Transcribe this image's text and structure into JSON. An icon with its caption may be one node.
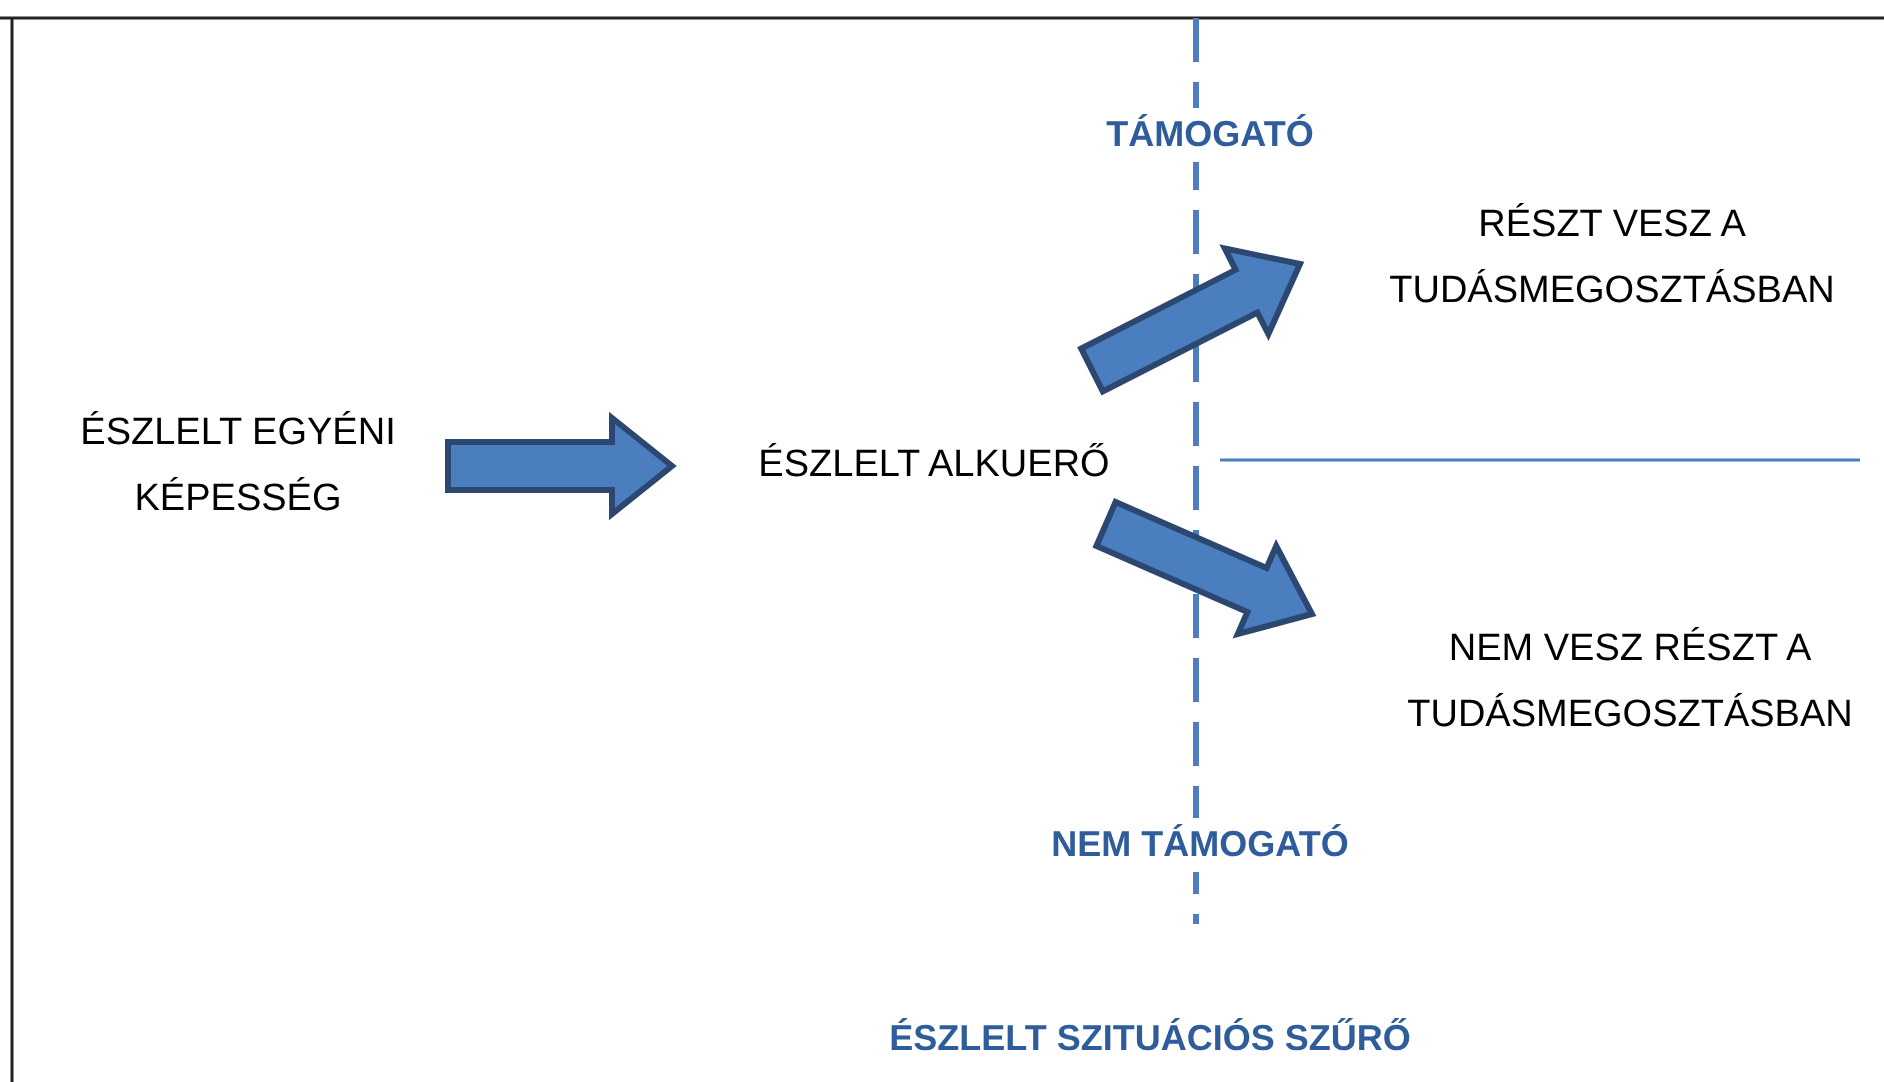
{
  "diagram": {
    "nodes": [
      {
        "text": [
          "ÉSZLELT EGYÉNI KÉPESSÉG"
        ]
      },
      {
        "text": [
          "ÉSZLELT ALKUERŐ"
        ]
      },
      {
        "text": [
          "RÉSZT VESZ A TUDÁSMEGOSZTÁSBAN"
        ]
      },
      {
        "text": [
          "NEM VESZ RÉSZT A TUDÁSMEGOSZTÁSBAN"
        ]
      }
    ],
    "edges": [
      {
        "from": 0,
        "to": 1,
        "arrow": "to"
      },
      {
        "from": 1,
        "to": 2,
        "arrow": "to"
      },
      {
        "from": 1,
        "to": 3,
        "arrow": "to"
      }
    ],
    "labels": [
      "TÁMOGATÓ",
      "NEM TÁMOGATÓ",
      "ÉSZLELT SZITUÁCIÓS SZŰRŐ"
    ]
  }
}
